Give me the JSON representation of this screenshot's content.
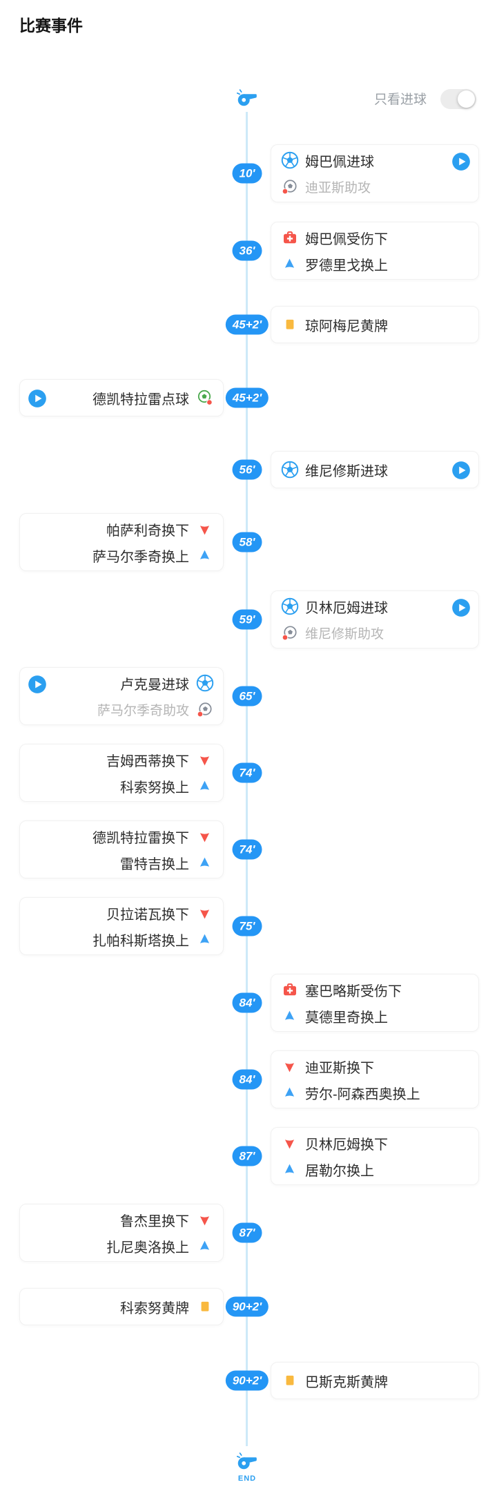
{
  "page": {
    "title": "比赛事件"
  },
  "toggle": {
    "label": "只看进球",
    "state": "off",
    "knob_position": "right"
  },
  "timeline": {
    "start_icon": "whistle-icon",
    "end_icon": "whistle-icon",
    "end_label": "END"
  },
  "colors": {
    "accent_blue": "#2b9ff0",
    "badge_blue": "#2496f5",
    "timeline_line": "#cde9f8",
    "sub_on_blue": "#3da2f5",
    "sub_off_red": "#f5554a",
    "injury_red": "#f5554a",
    "yellow_card": "#f9b93f",
    "assist_gray": "#868d98",
    "penalty_green": "#49a84c",
    "main_text": "#2d2d2d",
    "assist_text": "#b5b5b5"
  },
  "events": [
    {
      "minute": "10'",
      "side": "right",
      "play_button": true,
      "rows": [
        {
          "icon": "goal-ball-icon",
          "text": "姆巴佩进球",
          "variant": "main"
        },
        {
          "icon": "assist-icon",
          "text": "迪亚斯助攻",
          "variant": "assist"
        }
      ]
    },
    {
      "minute": "36'",
      "side": "right",
      "play_button": false,
      "rows": [
        {
          "icon": "injury-icon",
          "text": "姆巴佩受伤下",
          "variant": "main"
        },
        {
          "icon": "sub-on-icon",
          "text": "罗德里戈换上",
          "variant": "main"
        }
      ]
    },
    {
      "minute": "45+2'",
      "side": "right",
      "play_button": false,
      "rows": [
        {
          "icon": "yellow-card-icon",
          "text": "琼阿梅尼黄牌",
          "variant": "main"
        }
      ]
    },
    {
      "minute": "45+2'",
      "side": "left",
      "play_button": true,
      "rows": [
        {
          "icon": "penalty-icon",
          "text": "德凯特拉雷点球",
          "variant": "main"
        }
      ]
    },
    {
      "minute": "56'",
      "side": "right",
      "play_button": true,
      "rows": [
        {
          "icon": "goal-ball-icon",
          "text": "维尼修斯进球",
          "variant": "main"
        }
      ]
    },
    {
      "minute": "58'",
      "side": "left",
      "play_button": false,
      "rows": [
        {
          "icon": "sub-off-icon",
          "text": "帕萨利奇换下",
          "variant": "main"
        },
        {
          "icon": "sub-on-icon",
          "text": "萨马尔季奇换上",
          "variant": "main"
        }
      ]
    },
    {
      "minute": "59'",
      "side": "right",
      "play_button": true,
      "rows": [
        {
          "icon": "goal-ball-icon",
          "text": "贝林厄姆进球",
          "variant": "main"
        },
        {
          "icon": "assist-icon",
          "text": "维尼修斯助攻",
          "variant": "assist"
        }
      ]
    },
    {
      "minute": "65'",
      "side": "left",
      "play_button": true,
      "rows": [
        {
          "icon": "goal-ball-icon",
          "text": "卢克曼进球",
          "variant": "main"
        },
        {
          "icon": "assist-icon",
          "text": "萨马尔季奇助攻",
          "variant": "assist"
        }
      ]
    },
    {
      "minute": "74'",
      "side": "left",
      "play_button": false,
      "rows": [
        {
          "icon": "sub-off-icon",
          "text": "吉姆西蒂换下",
          "variant": "main"
        },
        {
          "icon": "sub-on-icon",
          "text": "科索努换上",
          "variant": "main"
        }
      ]
    },
    {
      "minute": "74'",
      "side": "left",
      "play_button": false,
      "rows": [
        {
          "icon": "sub-off-icon",
          "text": "德凯特拉雷换下",
          "variant": "main"
        },
        {
          "icon": "sub-on-icon",
          "text": "雷特吉换上",
          "variant": "main"
        }
      ]
    },
    {
      "minute": "75'",
      "side": "left",
      "play_button": false,
      "rows": [
        {
          "icon": "sub-off-icon",
          "text": "贝拉诺瓦换下",
          "variant": "main"
        },
        {
          "icon": "sub-on-icon",
          "text": "扎帕科斯塔换上",
          "variant": "main"
        }
      ]
    },
    {
      "minute": "84'",
      "side": "right",
      "play_button": false,
      "rows": [
        {
          "icon": "injury-icon",
          "text": "塞巴略斯受伤下",
          "variant": "main"
        },
        {
          "icon": "sub-on-icon",
          "text": "莫德里奇换上",
          "variant": "main"
        }
      ]
    },
    {
      "minute": "84'",
      "side": "right",
      "play_button": false,
      "rows": [
        {
          "icon": "sub-off-icon",
          "text": "迪亚斯换下",
          "variant": "main"
        },
        {
          "icon": "sub-on-icon",
          "text": "劳尔-阿森西奥换上",
          "variant": "main"
        }
      ]
    },
    {
      "minute": "87'",
      "side": "right",
      "play_button": false,
      "rows": [
        {
          "icon": "sub-off-icon",
          "text": "贝林厄姆换下",
          "variant": "main"
        },
        {
          "icon": "sub-on-icon",
          "text": "居勒尔换上",
          "variant": "main"
        }
      ]
    },
    {
      "minute": "87'",
      "side": "left",
      "play_button": false,
      "rows": [
        {
          "icon": "sub-off-icon",
          "text": "鲁杰里换下",
          "variant": "main"
        },
        {
          "icon": "sub-on-icon",
          "text": "扎尼奥洛换上",
          "variant": "main"
        }
      ]
    },
    {
      "minute": "90+2'",
      "side": "left",
      "play_button": false,
      "rows": [
        {
          "icon": "yellow-card-icon",
          "text": "科索努黄牌",
          "variant": "main"
        }
      ]
    },
    {
      "minute": "90+2'",
      "side": "right",
      "play_button": false,
      "rows": [
        {
          "icon": "yellow-card-icon",
          "text": "巴斯克斯黄牌",
          "variant": "main"
        }
      ]
    }
  ]
}
